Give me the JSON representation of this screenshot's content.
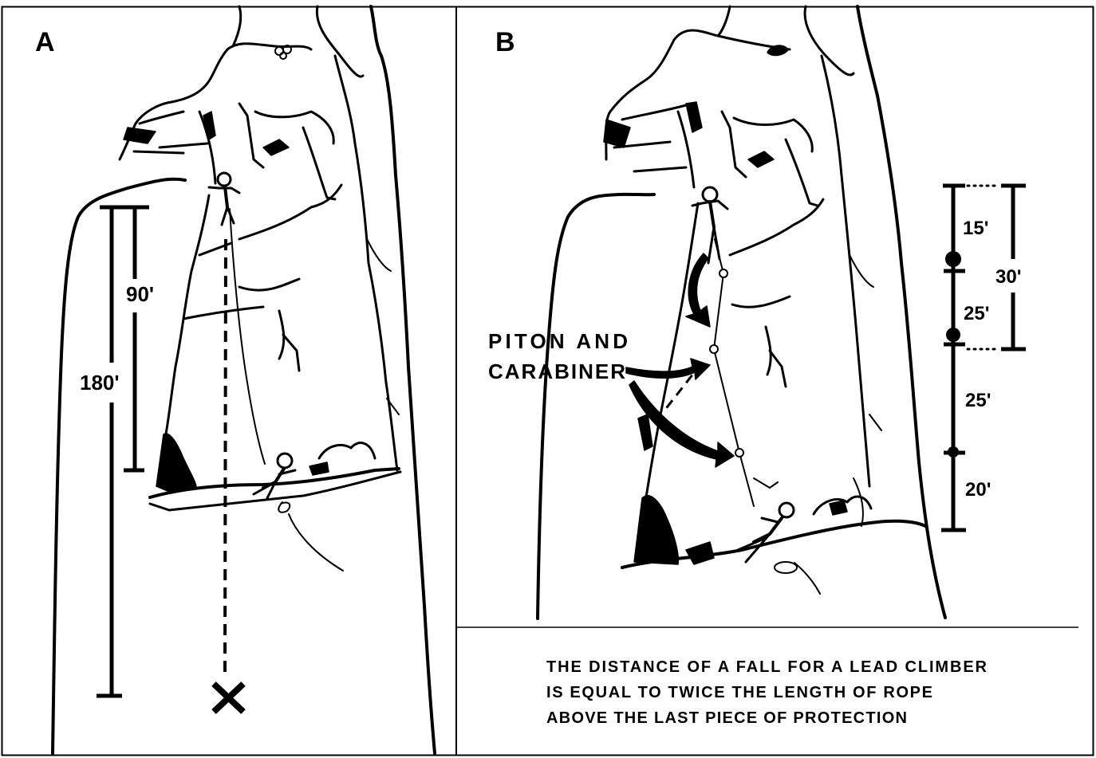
{
  "panel_a": {
    "label": "A",
    "rope_label": "90'",
    "fall_label": "180'"
  },
  "panel_b": {
    "label": "B",
    "callout_line1": "PITON AND",
    "callout_line2": "CARABINER",
    "segments": [
      "15'",
      "25'",
      "25'",
      "20'"
    ],
    "span_label": "30'"
  },
  "caption": {
    "line1": "THE DISTANCE OF A FALL FOR A LEAD CLIMBER",
    "line2": "IS EQUAL TO TWICE THE LENGTH OF ROPE",
    "line3": "ABOVE THE LAST PIECE OF PROTECTION"
  }
}
